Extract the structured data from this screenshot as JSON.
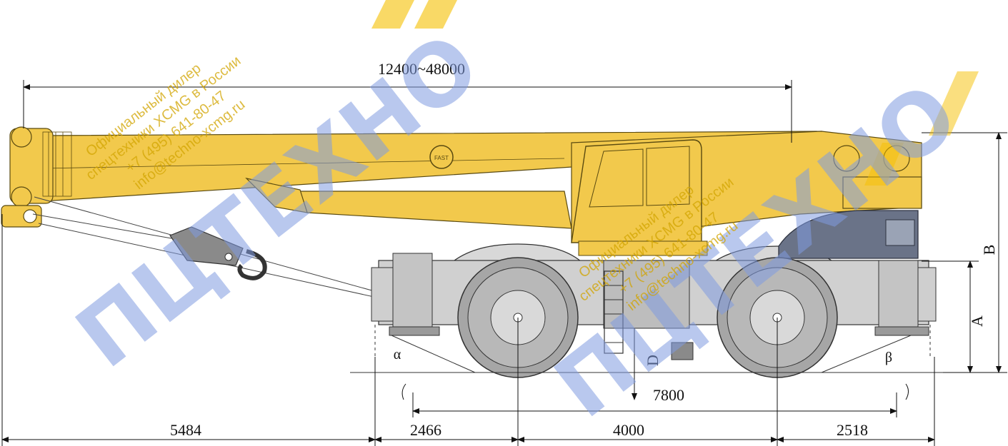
{
  "dimensions": {
    "boom_length": "12400~48000",
    "overhang_front": "5484",
    "front_to_axle": "2466",
    "wheelbase": "4000",
    "axle_to_rear": "2518",
    "outrigger_span": "7800",
    "height_a": "A",
    "height_b": "B",
    "clearance_d": "D",
    "angle_approach": "α",
    "angle_departure": "β"
  },
  "boom_badge": "FAST",
  "watermark": {
    "brand": "ПЦТЕХНО",
    "line1": "Официальный дилер",
    "line2": "спецтехники XCMG в России",
    "line3": "+7 (495) 641-80-47",
    "line4": "info@techno-xcmg.ru"
  },
  "colors": {
    "boom": "#f2c94c",
    "chassis": "#cfcfcf",
    "tire": "#a6a6a6",
    "counterweight": "#6a7388",
    "watermark_blue": "#7f9be0",
    "watermark_yellow": "#f5c000"
  }
}
